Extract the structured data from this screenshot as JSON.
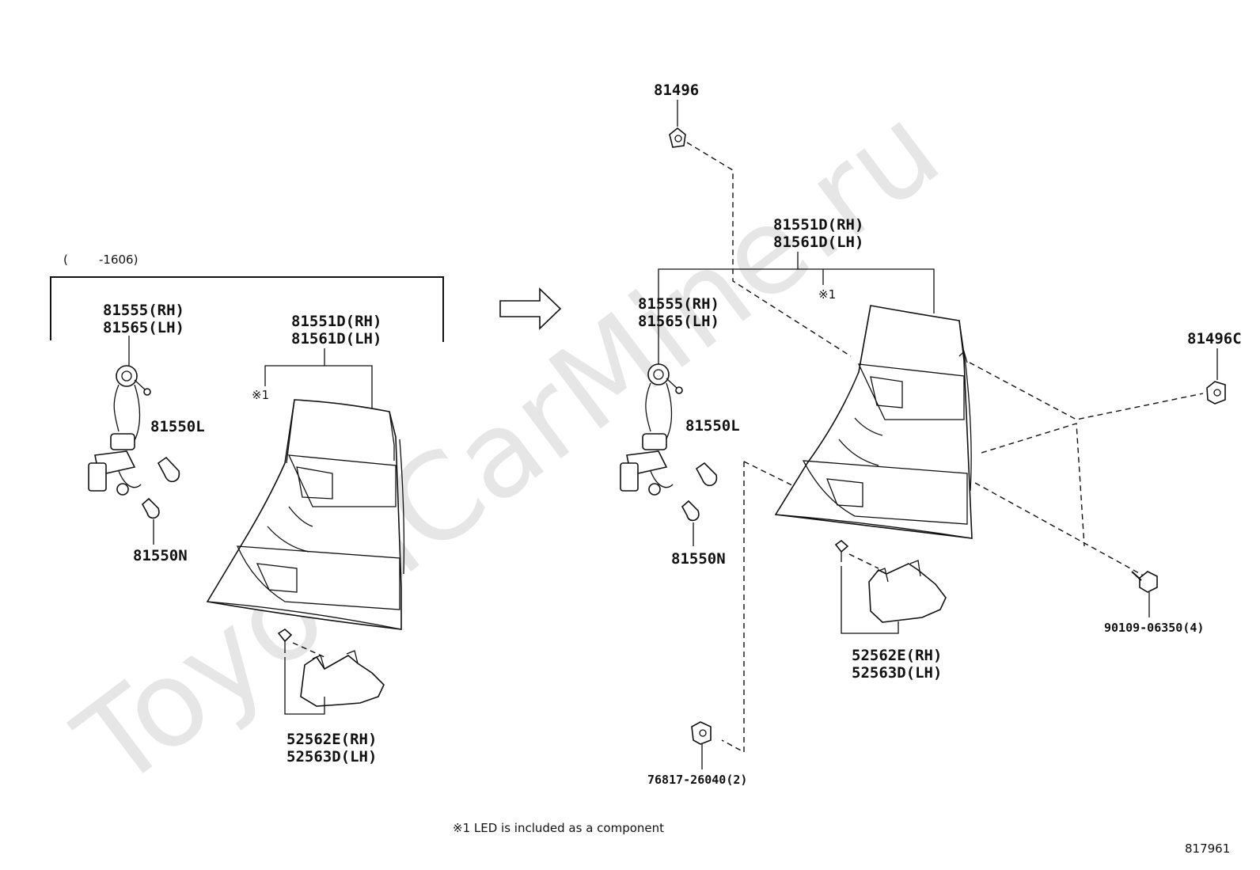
{
  "watermark": "ToyotaCarMine.ru",
  "left_group": {
    "bracket_label_open": "(",
    "bracket_label_range": "-1606)",
    "socket_rh": "81555(RH)",
    "socket_lh": "81565(LH)",
    "lamp_rh": "81551D(RH)",
    "lamp_lh": "81561D(LH)",
    "led_mark": "※1",
    "bulb_l": "81550L",
    "bulb_n": "81550N",
    "bracket_rh": "52562E(RH)",
    "bracket_lh": "52563D(LH)"
  },
  "right_group": {
    "clip_top": "81496",
    "lamp_rh": "81551D(RH)",
    "lamp_lh": "81561D(LH)",
    "led_mark": "※1",
    "socket_rh": "81555(RH)",
    "socket_lh": "81565(LH)",
    "bulb_l": "81550L",
    "bulb_n": "81550N",
    "clip_right": "81496C",
    "screw": "90109-06350(4)",
    "bracket_rh": "52562E(RH)",
    "bracket_lh": "52563D(LH)",
    "nut": "76817-26040(2)"
  },
  "footnote": "※1 LED is included as a component",
  "diagram_id": "817961"
}
